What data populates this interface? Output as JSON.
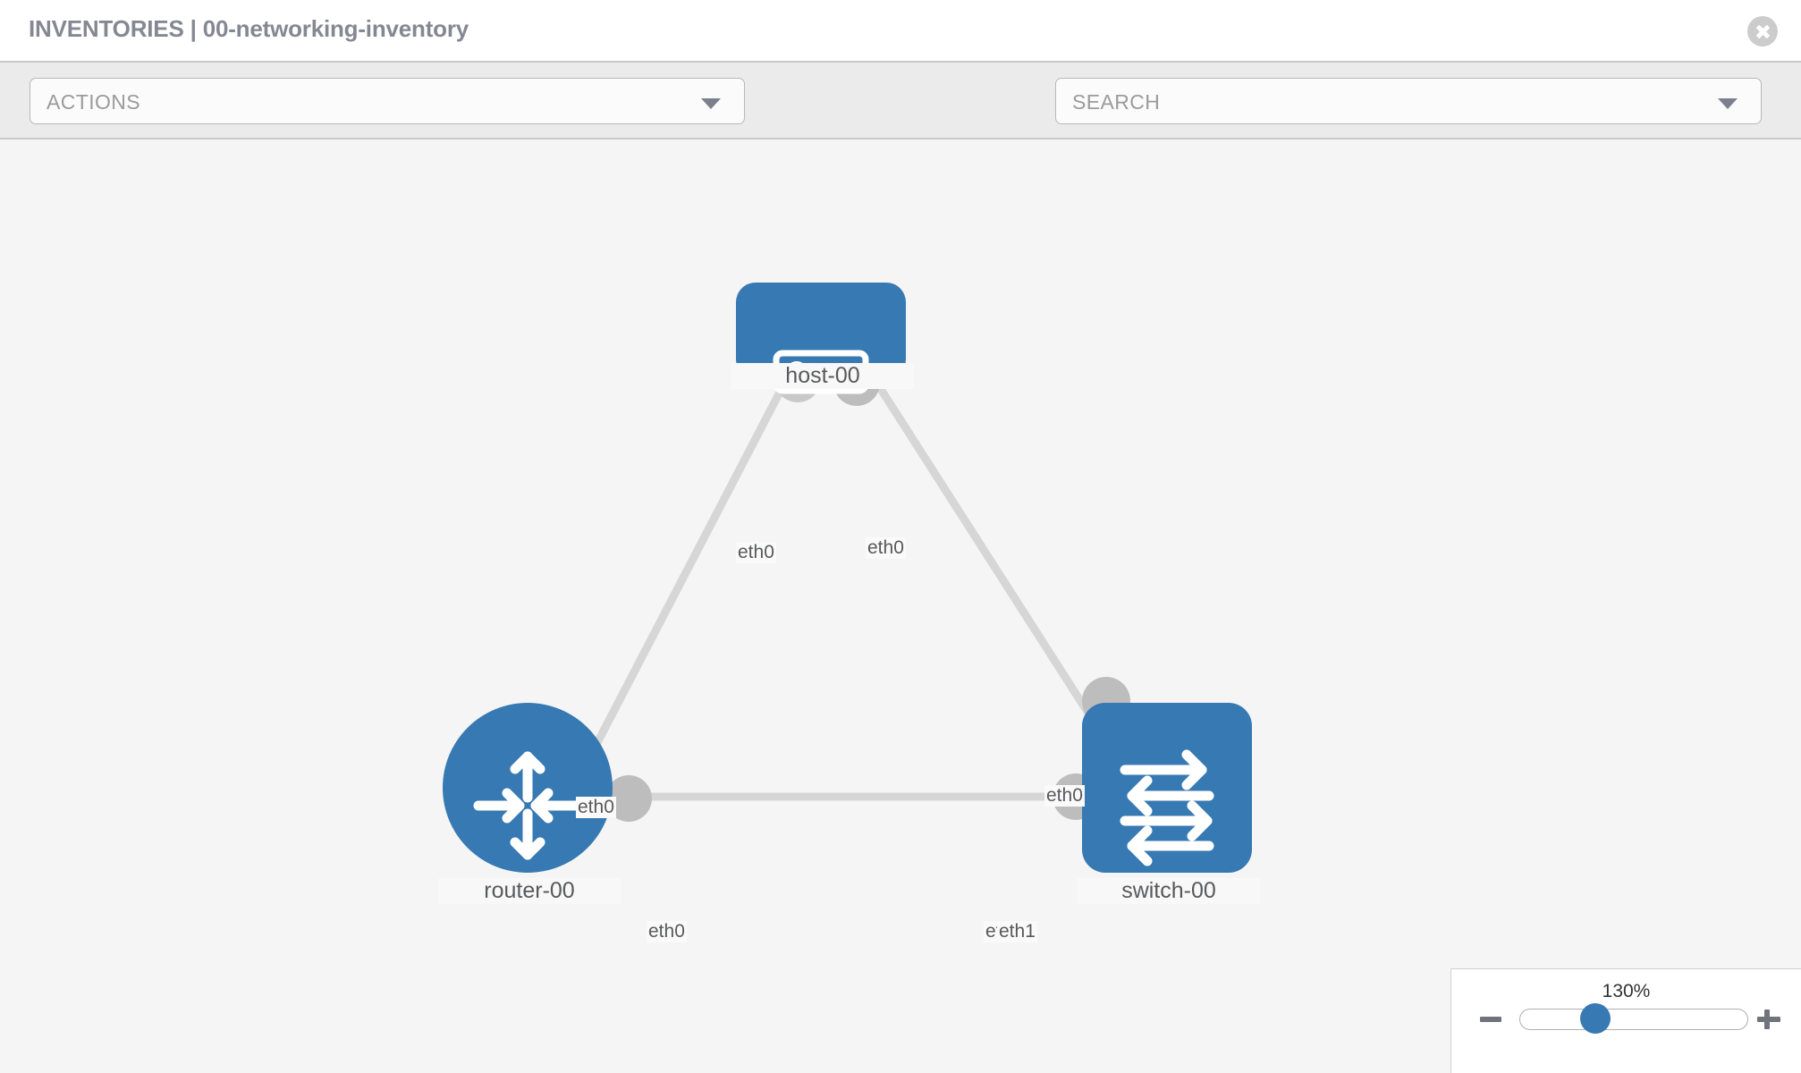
{
  "header": {
    "title": "INVENTORIES | 00-networking-inventory",
    "close_icon": "close-icon"
  },
  "toolbar": {
    "actions_label": "ACTIONS",
    "actions_caret_icon": "chevron-down-icon",
    "wrench_icon": "wrench-icon",
    "key_icon": "key-icon",
    "search_placeholder": "SEARCH",
    "search_caret_icon": "chevron-down-icon"
  },
  "topology": {
    "accent_color": "#3779b2",
    "edge_color": "#d6d6d6",
    "socket_color": "#bdbdbd",
    "canvas_color": "#f5f5f5",
    "nodes": [
      {
        "id": "host",
        "label": "host-00",
        "icon": "server-icon"
      },
      {
        "id": "router",
        "label": "router-00",
        "icon": "router-icon"
      },
      {
        "id": "switch",
        "label": "switch-00",
        "icon": "switch-icon"
      }
    ],
    "interface_labels": {
      "host_left": "eth0",
      "host_right": "eth0",
      "router_to_host": "eth0",
      "switch_to_host": "eth0",
      "router_to_switch": "eth0",
      "switch_to_router_hidden": "eth0",
      "switch_to_router": "eth1"
    },
    "links": [
      {
        "from": "router",
        "from_iface": "eth0",
        "to": "host",
        "to_iface": "eth0"
      },
      {
        "from": "switch",
        "from_iface": "eth0",
        "to": "host",
        "to_iface": "eth0"
      },
      {
        "from": "router",
        "from_iface": "eth0",
        "to": "switch",
        "to_iface": "eth1"
      }
    ]
  },
  "zoom_control": {
    "percent": "130%",
    "minus_icon": "minus-icon",
    "plus_icon": "plus-icon",
    "slider_name": "zoom-slider"
  }
}
